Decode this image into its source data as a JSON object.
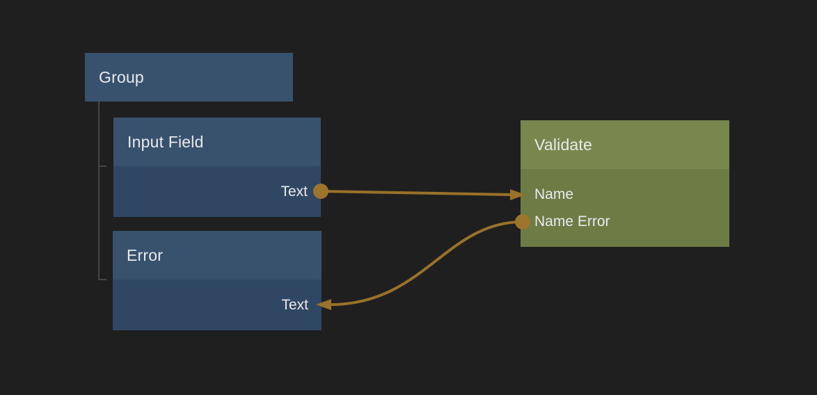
{
  "colors": {
    "canvas_bg": "#1f1f20",
    "node_blue_header": "#38516d",
    "node_blue_body": "#2f4763",
    "node_green_header": "#78874d",
    "node_green_body": "#6d7b45",
    "wire": "#997129",
    "port_dot": "#9d742c",
    "tree_line": "#474747",
    "text": "#e9eaec"
  },
  "nodes": {
    "group": {
      "title": "Group",
      "type": "group",
      "children": [
        "Input Field",
        "Error"
      ]
    },
    "input_field": {
      "title": "Input Field",
      "ports": [
        {
          "label": "Text",
          "direction": "output"
        }
      ]
    },
    "error": {
      "title": "Error",
      "ports": [
        {
          "label": "Text",
          "direction": "input"
        }
      ]
    },
    "validate": {
      "title": "Validate",
      "ports": [
        {
          "label": "Name",
          "direction": "input"
        },
        {
          "label": "Name Error",
          "direction": "output"
        }
      ]
    }
  },
  "connections": [
    {
      "from_node": "Input Field",
      "from_port": "Text",
      "to_node": "Validate",
      "to_port": "Name"
    },
    {
      "from_node": "Validate",
      "from_port": "Name Error",
      "to_node": "Error",
      "to_port": "Text"
    }
  ]
}
